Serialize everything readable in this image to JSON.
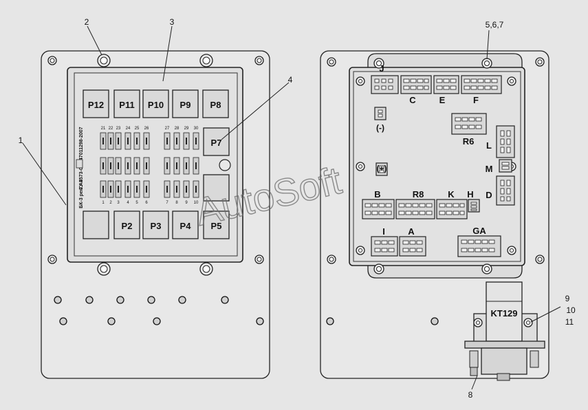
{
  "watermark": "AutoSoft",
  "callouts": {
    "c1": "1",
    "c2": "2",
    "c3": "3",
    "c4": "4",
    "c567": "5,6,7",
    "c8": "8",
    "c9": "9",
    "c10": "10",
    "c11": "11"
  },
  "front": {
    "relays_top": [
      "P12",
      "P11",
      "P10",
      "P9",
      "P8"
    ],
    "relay_p7": "P7",
    "relays_bottom": [
      "P2",
      "P3",
      "P4",
      "P5"
    ],
    "fuse_numbers_top": [
      "21",
      "22",
      "23",
      "24",
      "25",
      "26",
      "27",
      "28",
      "29",
      "30"
    ],
    "fuse_numbers_bottom": [
      "1",
      "2",
      "3",
      "4",
      "5",
      "6",
      "7",
      "8",
      "9",
      "10"
    ],
    "vertical_text_1": "ТУ 4573-001-47011298-2007",
    "vertical_text_2": "БК-3 рем.А3"
  },
  "rear": {
    "connectors": [
      "J",
      "C",
      "E",
      "F",
      "R6",
      "L",
      "M",
      "D",
      "B",
      "R8",
      "K",
      "H",
      "I",
      "A",
      "GA"
    ],
    "sign_minus": "(-)",
    "sign_plus": "(+)",
    "relay_label": "KT129"
  }
}
